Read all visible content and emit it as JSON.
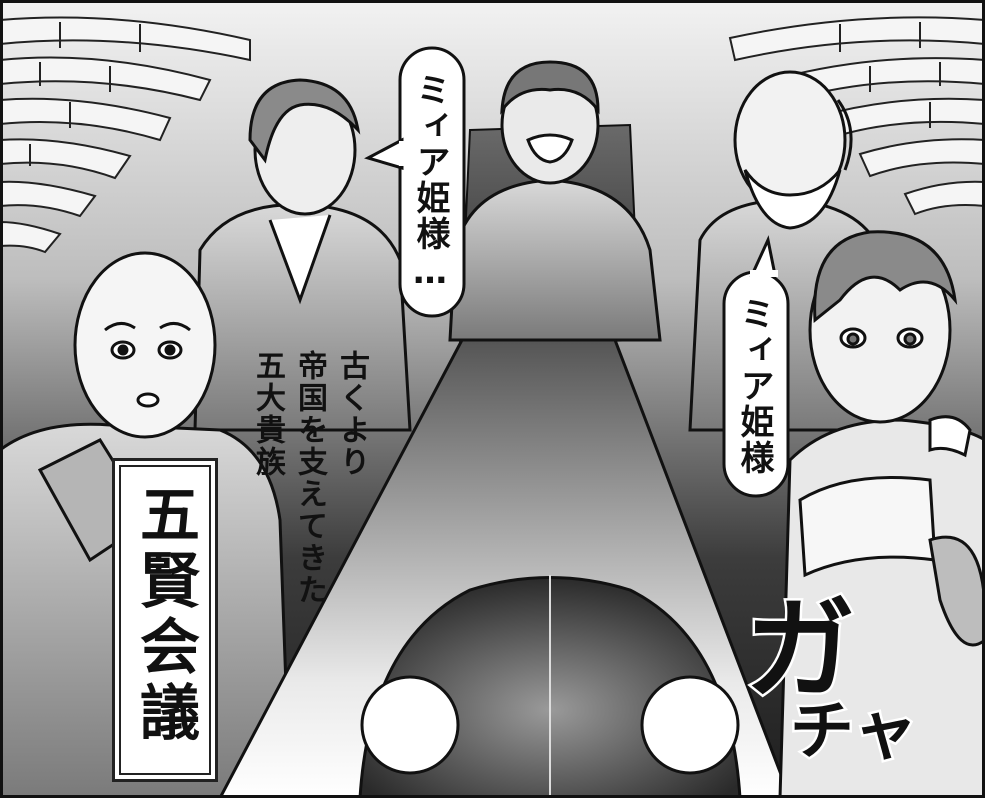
{
  "speech": {
    "center_bubble": "ミィア姫様…",
    "right_bubble": "ミィア姫様"
  },
  "narration": {
    "lines": [
      "古くより",
      "帝国を支えてきた",
      "五大貴族"
    ]
  },
  "title_box": {
    "label": "五賢会議"
  },
  "sfx": {
    "part1": "ガ",
    "part2": "チャ"
  },
  "colors": {
    "ink": "#111111",
    "paper": "#ffffff",
    "wall_dark": "#3a3a3a",
    "table_light": "#e6e6e6"
  }
}
